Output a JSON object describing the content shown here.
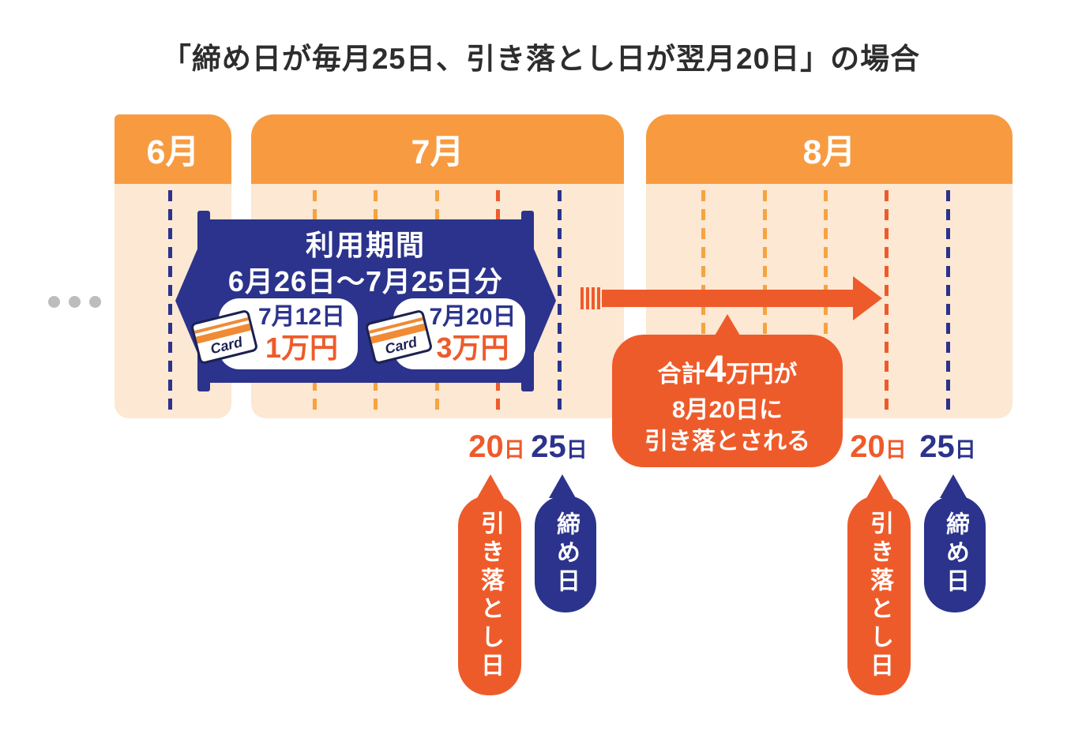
{
  "title": "「締め日が毎月25日、引き落とし日が翌月20日」の場合",
  "months": [
    "6月",
    "7月",
    "8月"
  ],
  "usage_period": {
    "label": "利用期間",
    "range": "6月26日〜7月25日分"
  },
  "purchases": [
    {
      "card_label": "Card",
      "date": "7月12日",
      "amount": "1万円"
    },
    {
      "card_label": "Card",
      "date": "7月20日",
      "amount": "3万円"
    }
  ],
  "callout": {
    "line1_prefix": "合計",
    "line1_big": "4",
    "line1_suffix": "万円が",
    "line2": "8月20日に",
    "line3": "引き落とされる"
  },
  "markers": [
    {
      "debit_num": "20",
      "debit_suffix": "日",
      "closing_num": "25",
      "closing_suffix": "日",
      "debit_bubble": "引き落とし日",
      "closing_bubble": "締め日"
    },
    {
      "debit_num": "20",
      "debit_suffix": "日",
      "closing_num": "25",
      "closing_suffix": "日",
      "debit_bubble": "引き落とし日",
      "closing_bubble": "締め日"
    }
  ],
  "colors": {
    "navy": "#2b338c",
    "header_orange": "#f89b40",
    "accent_orange": "#ee5b2b",
    "panel_bg": "#fce8d3",
    "dash_light_orange": "#f6a340",
    "dots_gray": "#bdbdbd"
  }
}
